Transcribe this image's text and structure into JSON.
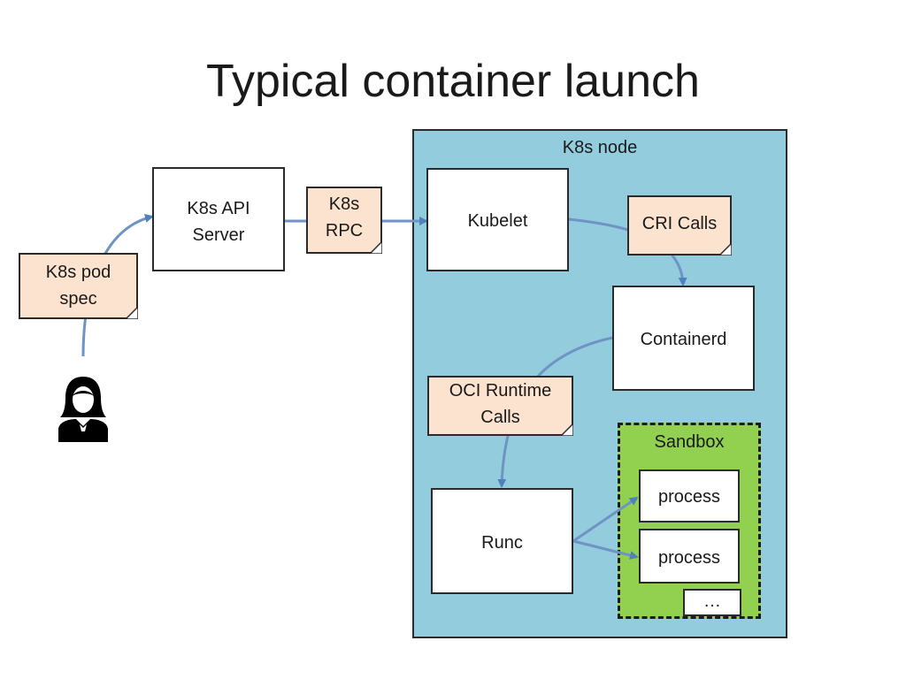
{
  "title": "Typical container launch",
  "node": {
    "label": "K8s node"
  },
  "sandbox": {
    "label": "Sandbox"
  },
  "boxes": {
    "api_server_line1": "K8s API",
    "api_server_line2": "Server",
    "kubelet": "Kubelet",
    "containerd": "Containerd",
    "runc": "Runc",
    "process1": "process",
    "process2": "process",
    "more": "…"
  },
  "notes": {
    "pod_spec_line1": "K8s pod",
    "pod_spec_line2": "spec",
    "rpc_line1": "K8s",
    "rpc_line2": "RPC",
    "cri": "CRI Calls",
    "oci_line1": "OCI Runtime",
    "oci_line2": "Calls"
  },
  "icons": {
    "user": "user-icon"
  },
  "colors": {
    "node_fill": "#93cddd",
    "sandbox_fill": "#92d050",
    "note_fill": "#fbe3cf",
    "arrow": "#4f81bd"
  }
}
